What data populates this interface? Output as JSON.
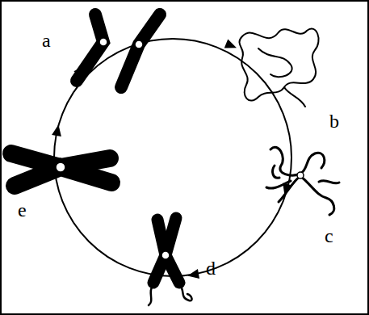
{
  "diagram": {
    "labels": [
      "a",
      "b",
      "c",
      "d",
      "e"
    ]
  }
}
